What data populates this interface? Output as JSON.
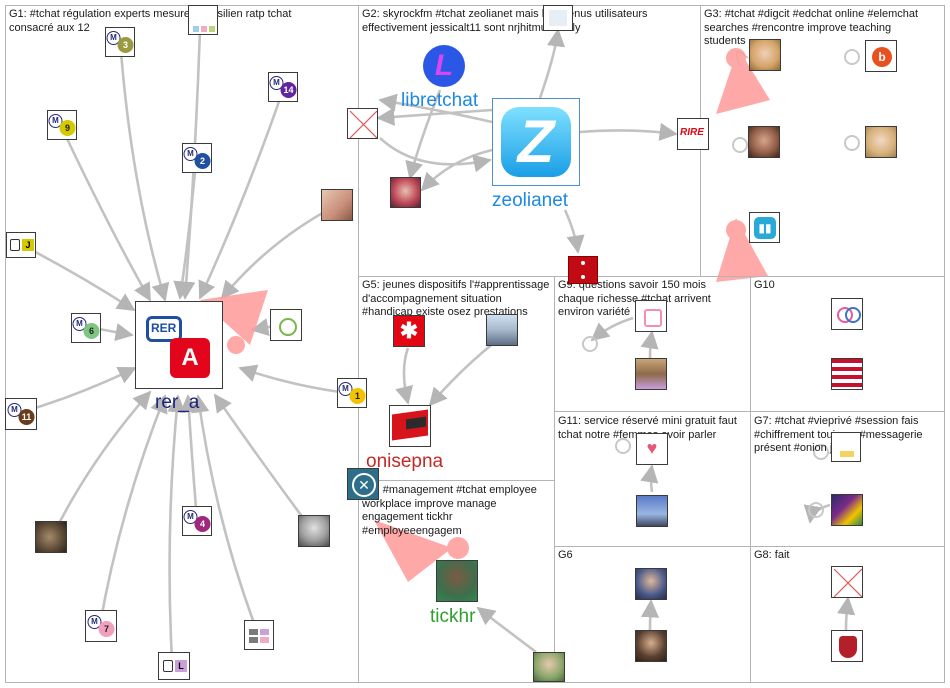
{
  "groups": [
    {
      "id": "G1",
      "label": "G1: #tchat régulation experts mesures transilien ratp tchat consacré aux 12"
    },
    {
      "id": "G2",
      "label": "G2: skyrockfm #tchat zeolianet mais bienvenus utilisateurs effectivement jessicalt11 sont nrjhitmusiconly"
    },
    {
      "id": "G3",
      "label": "G3: #tchat #digcit #edchat online #elemchat searches #rencontre improve teaching students"
    },
    {
      "id": "G5",
      "label": "G5: jeunes dispositifs l'#apprentissage d'accompagnement situation #handicap existe osez prestations"
    },
    {
      "id": "G9",
      "label": "G9: questions savoir 150 mois chaque richesse #tchat arrivent environ variété"
    },
    {
      "id": "G10",
      "label": "G10"
    },
    {
      "id": "G11",
      "label": "G11: service réservé mini gratuit faut tchat notre #femmes avoir parler"
    },
    {
      "id": "G7",
      "label": "G7: #tchat #vieprivé #session fais #chiffrement toujours #messagerie présent #onion j'ai"
    },
    {
      "id": "G4",
      "label": "G4: #management #tchat employee workplace improve manage engagement tickhr #employeeengagem"
    },
    {
      "id": "G6",
      "label": "G6"
    },
    {
      "id": "G8",
      "label": "G8: fait"
    }
  ],
  "labels": {
    "rer_a": "rer_a",
    "libretchat": "libretchat",
    "zeolianet": "zeolianet",
    "onisepna": "onisepna",
    "tickhr": "tickhr"
  },
  "icons": {
    "rer_logo_text": "RER",
    "rer_line_letter": "A",
    "metro_m": "M",
    "metro_3": "3",
    "metro_14": "14",
    "metro_9": "9",
    "metro_2": "2",
    "metro_6": "6",
    "metro_1": "1",
    "metro_11": "11",
    "metro_4": "4",
    "metro_7": "7",
    "rer_j": "J",
    "rer_l": "L",
    "zeolianet_glyph": "Z",
    "libretchat_glyph": "L"
  },
  "colors": {
    "edge": "#bdbdbd",
    "self_loop": "#ff9a9a",
    "rer_label": "#1a237e",
    "libretchat_label": "#1e88e5",
    "zeolianet_label": "#1e88e5",
    "onisepna_label": "#c62828",
    "tickhr_label": "#2e9e2e"
  }
}
